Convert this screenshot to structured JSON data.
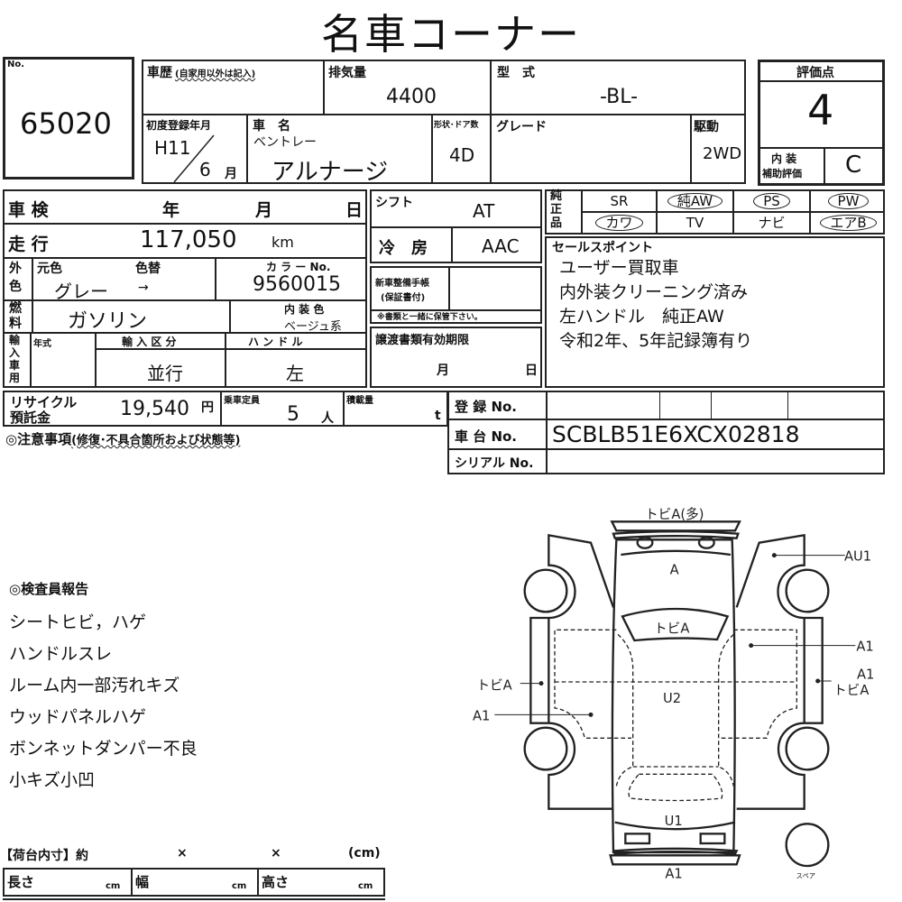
{
  "title": "名車コーナー",
  "lot": {
    "label": "No.",
    "value": "65020"
  },
  "history": {
    "label": "車歴",
    "note": "(自家用以外は記入)",
    "value": ""
  },
  "displacement": {
    "label": "排気量",
    "value": "4400"
  },
  "model_code": {
    "label": "型　式",
    "value": "-BL-"
  },
  "first_reg": {
    "label": "初度登録年月",
    "year": "H11",
    "month": "6",
    "month_unit": "月"
  },
  "car_name": {
    "label": "車　名",
    "maker": "ベントレー",
    "value": "アルナージ"
  },
  "doors": {
    "label": "形状･ドア数",
    "value": "4D"
  },
  "grade": {
    "label": "グレード",
    "value": ""
  },
  "drive": {
    "label": "駆動",
    "value": "2WD"
  },
  "score": {
    "label": "評価点",
    "value": "4",
    "interior_label_1": "内 装",
    "interior_label_2": "補助評価",
    "interior_value": "C"
  },
  "inspection": {
    "label": "車 検",
    "year": "年",
    "month": "月",
    "day": "日"
  },
  "mileage": {
    "label": "走 行",
    "value": "117,050",
    "unit": "km"
  },
  "exterior": {
    "label": "外色",
    "orig_label": "元色",
    "change_label": "色替",
    "orig_value": "グレー",
    "arrow": "→",
    "color_no_label": "カ ラ ー No.",
    "color_no": "9560015"
  },
  "fuel": {
    "label": "燃料",
    "value": "ガソリン",
    "interior_color_label": "内 装 色",
    "interior_color": "ベージュ系"
  },
  "import": {
    "label": "輸入車用",
    "year_label": "年式",
    "type_label": "輸 入 区 分",
    "type_value": "並行",
    "handle_label": "ハ ン ド ル",
    "handle_value": "左"
  },
  "shift": {
    "label": "シフト",
    "value": "AT"
  },
  "aircon": {
    "label": "冷　房",
    "value": "AAC"
  },
  "service_book": {
    "label_1": "新車整備手帳",
    "label_2": "(保証書付)",
    "note": "※書類と一緒に保管下さい。"
  },
  "transfer": {
    "label": "譲渡書類有効期限",
    "month": "月",
    "day": "日"
  },
  "genuine": {
    "label": "純正品",
    "options": [
      {
        "label": "SR",
        "circled": false
      },
      {
        "label": "純AW",
        "circled": true
      },
      {
        "label": "PS",
        "circled": true
      },
      {
        "label": "PW",
        "circled": true
      },
      {
        "label": "カワ",
        "circled": true
      },
      {
        "label": "TV",
        "circled": false
      },
      {
        "label": "ナビ",
        "circled": false
      },
      {
        "label": "エアB",
        "circled": true
      }
    ]
  },
  "sales_points": {
    "label": "セールスポイント",
    "lines": [
      "ユーザー買取車",
      "内外装クリーニング済み",
      "左ハンドル　純正AW",
      "令和2年、5年記録簿有り"
    ]
  },
  "recycle": {
    "label_1": "リサイクル",
    "label_2": "預託金",
    "value": "19,540",
    "unit": "円"
  },
  "capacity": {
    "label": "乗車定員",
    "value": "5",
    "unit": "人"
  },
  "load": {
    "label": "積載量",
    "unit": "t"
  },
  "caution": {
    "mark": "◎注意事項",
    "note": "(修復･不具合箇所および状態等)"
  },
  "registration": {
    "reg_label": "登 録 No.",
    "chassis_label": "車 台 No.",
    "chassis_value": "SCBLB51E6XCX02818",
    "serial_label": "シリアル No."
  },
  "inspector": {
    "title": "◎検査員報告",
    "lines": [
      "シートヒビ，ハゲ",
      "ハンドルスレ",
      "ルーム内一部汚れキズ",
      "ウッドパネルハゲ",
      "ボンネットダンパー不良",
      "小キズ小凹"
    ]
  },
  "cargo": {
    "title": "【荷台内寸】約",
    "x1": "×",
    "x2": "×",
    "unit": "(cm)",
    "length": "長さ",
    "width": "幅",
    "height": "高さ",
    "cm": "cm"
  },
  "diagram": {
    "front_bumper": "トビA(多)",
    "hood": "A",
    "windshield": "トビA",
    "roof": "U2",
    "trunk": "U1",
    "rear_bumper": "A1",
    "right_front_fender": "AU1",
    "right_front_door": "A1",
    "right_sill_1": "A1",
    "right_sill_2": "トビA",
    "left_sill": "トビA",
    "left_door": "A1",
    "spare": "スペア"
  }
}
